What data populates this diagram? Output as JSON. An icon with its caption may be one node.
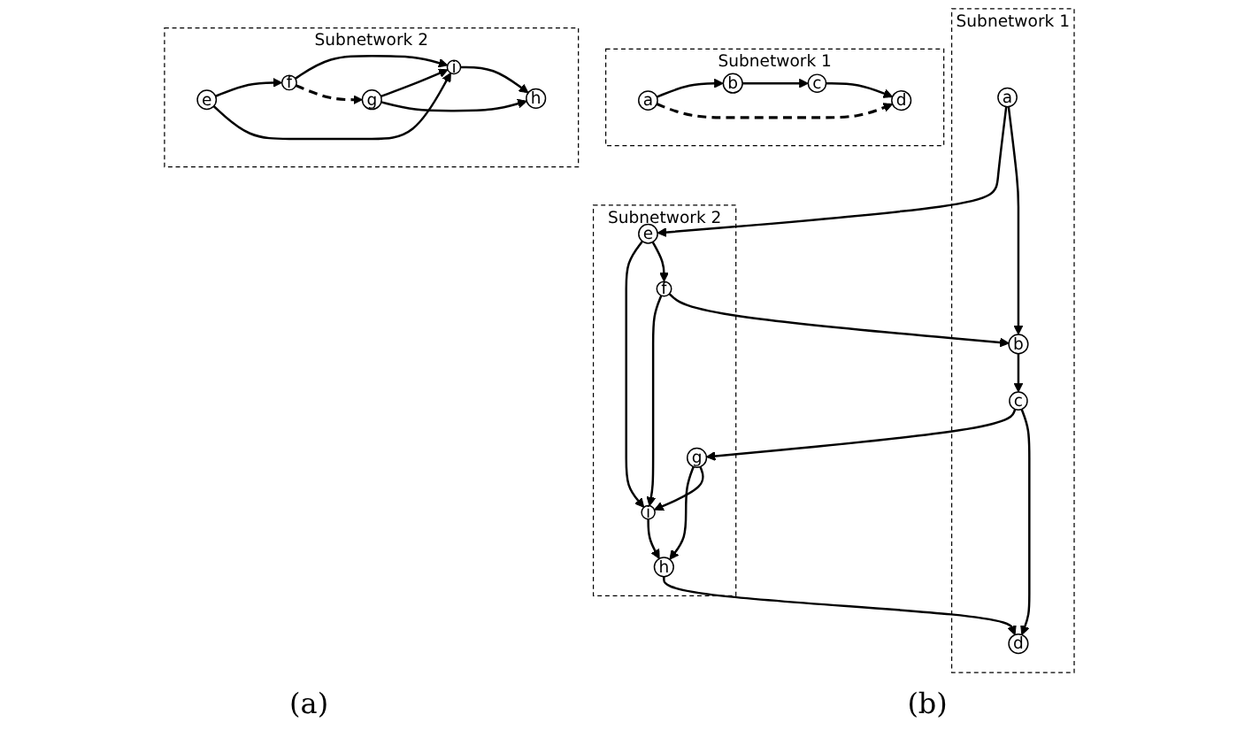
{
  "diagram": {
    "nodes": [
      {
        "text": [
          "Subnetwork 1"
        ]
      },
      {
        "text": [
          "a"
        ],
        "in": 0
      },
      {
        "text": [
          "b"
        ],
        "in": 0
      },
      {
        "text": [
          "c"
        ],
        "in": 0
      },
      {
        "text": [
          "d"
        ],
        "in": 0
      },
      {
        "text": [
          "Subnetwork 2"
        ]
      },
      {
        "text": [
          "e"
        ],
        "in": 5
      },
      {
        "text": [
          "f"
        ],
        "in": 5
      },
      {
        "text": [
          "g"
        ],
        "in": 5
      },
      {
        "text": [
          "h"
        ],
        "in": 5
      },
      {
        "text": [
          "i"
        ],
        "in": 5
      },
      {
        "text": [
          "Subnetwork 1"
        ]
      },
      {
        "text": [
          "a"
        ],
        "in": 11
      },
      {
        "text": [
          "b"
        ],
        "in": 11
      },
      {
        "text": [
          "c"
        ],
        "in": 11
      },
      {
        "text": [
          "d"
        ],
        "in": 11
      },
      {
        "text": [
          "Subnetwork 2"
        ]
      },
      {
        "text": [
          "e"
        ],
        "in": 16
      },
      {
        "text": [
          "f"
        ],
        "in": 16
      },
      {
        "text": [
          "g"
        ],
        "in": 16
      },
      {
        "text": [
          "h"
        ],
        "in": 16
      },
      {
        "text": [
          "i"
        ],
        "in": 16
      }
    ],
    "edges": [
      {
        "from": 1,
        "to": 2,
        "arrow": "to"
      },
      {
        "from": 1,
        "to": 6,
        "arrow": "to"
      },
      {
        "from": 2,
        "to": 3,
        "arrow": "to"
      },
      {
        "from": 3,
        "to": 4,
        "arrow": "to"
      },
      {
        "from": 3,
        "to": 8,
        "arrow": "to"
      },
      {
        "from": 7,
        "to": 2,
        "arrow": "to"
      },
      {
        "from": 6,
        "to": 7,
        "arrow": "to"
      },
      {
        "from": 6,
        "to": 10,
        "arrow": "to"
      },
      {
        "from": 7,
        "to": 10,
        "arrow": "to"
      },
      {
        "from": 8,
        "to": 10,
        "arrow": "to"
      },
      {
        "from": 8,
        "to": 9,
        "arrow": "to"
      },
      {
        "from": 10,
        "to": 9,
        "arrow": "to"
      },
      {
        "from": 9,
        "to": 4,
        "arrow": "to"
      },
      {
        "from": 12,
        "to": 13,
        "arrow": "to"
      },
      {
        "from": 13,
        "to": 14,
        "arrow": "to"
      },
      {
        "from": 14,
        "to": 15,
        "arrow": "to"
      },
      {
        "from": 12,
        "to": 15,
        "arrow": "to",
        "style": "dashed"
      },
      {
        "from": 17,
        "to": 18,
        "arrow": "to"
      },
      {
        "from": 17,
        "to": 21,
        "arrow": "to"
      },
      {
        "from": 18,
        "to": 21,
        "arrow": "to"
      },
      {
        "from": 19,
        "to": 21,
        "arrow": "to"
      },
      {
        "from": 19,
        "to": 20,
        "arrow": "to"
      },
      {
        "from": 21,
        "to": 20,
        "arrow": "to"
      },
      {
        "from": 18,
        "to": 19,
        "arrow": "to",
        "style": "dashed"
      }
    ],
    "labels": [
      "(a)",
      "(b)"
    ]
  }
}
